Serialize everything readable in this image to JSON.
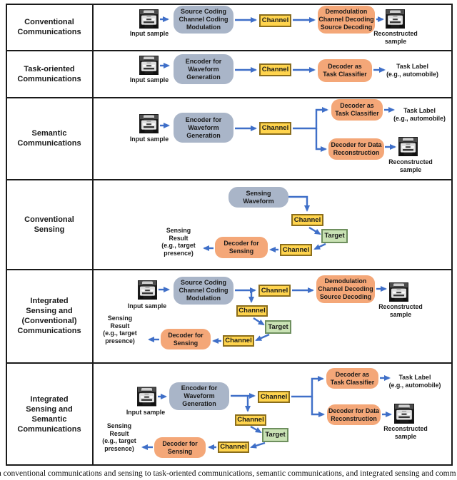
{
  "colors": {
    "arrow_blue": "#3f6fc8",
    "encoder_gray": "#a9b5c8",
    "decoder_orange": "#f4a778",
    "channel_yellow": "#ffd44d",
    "channel_border": "#8a6d1c",
    "target_green": "#c9e2b4",
    "target_border": "#6e8f5e",
    "table_border": "#1a1a1a"
  },
  "rows": [
    {
      "label": "Conventional\nCommunications",
      "input_caption": "Input sample",
      "encoder": "Source Coding\nChannel Coding\nModulation",
      "channel": "Channel",
      "decoder": "Demodulation\nChannel Decoding\nSource Decoding",
      "output_caption": "Reconstructed\nsample"
    },
    {
      "label": "Task-oriented\nCommunications",
      "input_caption": "Input sample",
      "encoder": "Encoder for\nWaveform\nGeneration",
      "channel": "Channel",
      "decoder": "Decoder as\nTask Classifier",
      "task_label": "Task Label\n(e.g., automobile)"
    },
    {
      "label": "Semantic\nCommunications",
      "input_caption": "Input sample",
      "encoder": "Encoder for\nWaveform\nGeneration",
      "channel": "Channel",
      "decoder_task": "Decoder as\nTask Classifier",
      "task_label": "Task Label\n(e.g., automobile)",
      "decoder_data": "Decoder for Data\nReconstruction",
      "output_caption": "Reconstructed\nsample"
    },
    {
      "label": "Conventional\nSensing",
      "waveform": "Sensing\nWaveform",
      "channel_down": "Channel",
      "target": "Target",
      "channel_back": "Channel",
      "decoder_sensing": "Decoder for\nSensing",
      "sensing_result": "Sensing\nResult\n(e.g., target\npresence)"
    },
    {
      "label": "Integrated\nSensing and\n(Conventional)\nCommunications",
      "input_caption": "Input sample",
      "encoder": "Source Coding\nChannel Coding\nModulation",
      "channel_comm": "Channel",
      "decoder_comm": "Demodulation\nChannel Decoding\nSource Decoding",
      "output_caption": "Reconstructed\nsample",
      "channel_down": "Channel",
      "target": "Target",
      "channel_back": "Channel",
      "decoder_sensing": "Decoder for\nSensing",
      "sensing_result": "Sensing\nResult\n(e.g., target\npresence)"
    },
    {
      "label": "Integrated\nSensing and\nSemantic\nCommunications",
      "input_caption": "Input sample",
      "encoder": "Encoder for\nWaveform\nGeneration",
      "channel_comm": "Channel",
      "decoder_task": "Decoder as\nTask Classifier",
      "task_label": "Task Label\n(e.g., automobile)",
      "decoder_data": "Decoder for Data\nReconstruction",
      "output_caption": "Reconstructed\nsample",
      "channel_down": "Channel",
      "target": "Target",
      "channel_back": "Channel",
      "decoder_sensing": "Decoder for\nSensing",
      "sensing_result": "Sensing\nResult\n(e.g., target\npresence)"
    }
  ],
  "caption": "n conventional communications and sensing to task-oriented communications, semantic communications, and integrated sensing and comm"
}
